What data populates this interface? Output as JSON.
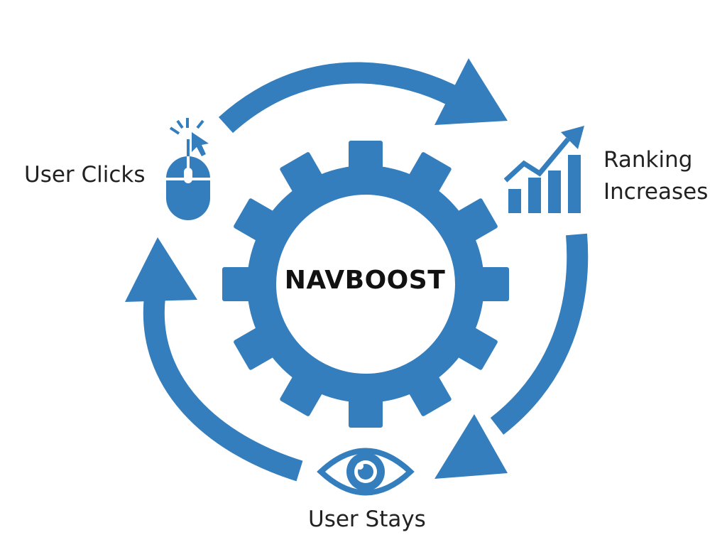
{
  "diagram": {
    "center": {
      "title": "NAVBOOST"
    },
    "steps": [
      {
        "label": "User Clicks",
        "icon": "mouse-click-icon"
      },
      {
        "label_line1": "Ranking",
        "label_line2": "Increases",
        "icon": "bar-chart-up-icon"
      },
      {
        "label": "User Stays",
        "icon": "eye-icon"
      }
    ],
    "colors": {
      "accent": "#357ebd",
      "text": "#222222",
      "background": "#ffffff"
    }
  }
}
